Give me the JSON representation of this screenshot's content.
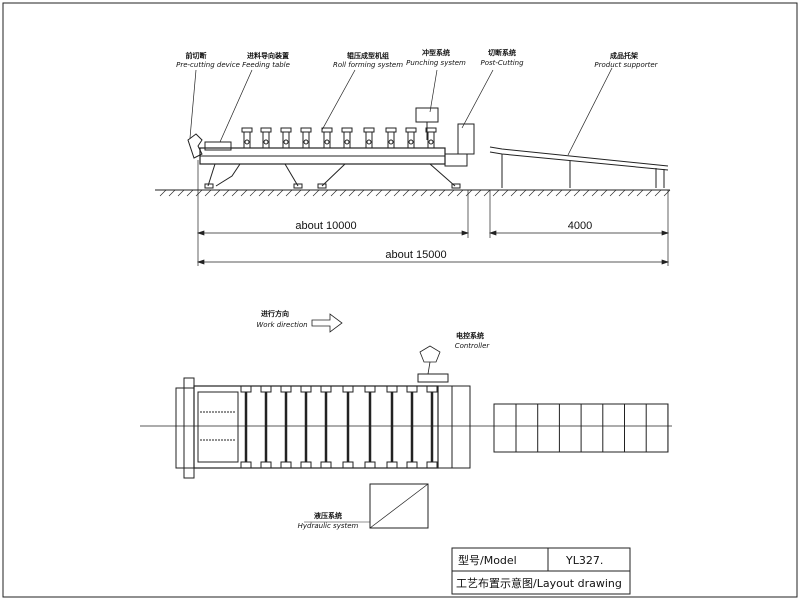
{
  "drawing": {
    "labels": {
      "pre_cutting": {
        "cn": "前切断",
        "en": "Pre-cutting device"
      },
      "feeding_table": {
        "cn": "进料导向装置",
        "en": "Feeding table"
      },
      "roll_forming": {
        "cn": "辊压成型机组",
        "en": "Roll forming system"
      },
      "punching": {
        "cn": "冲型系统",
        "en": "Punching system"
      },
      "post_cutting": {
        "cn": "切断系统",
        "en": "Post-Cutting"
      },
      "product_supporter": {
        "cn": "成品托架",
        "en": "Product supporter"
      },
      "controller": {
        "cn": "电控系统",
        "en": "Controller"
      },
      "hydraulic": {
        "cn": "液压系统",
        "en": "Hydraulic system"
      },
      "work_direction": {
        "cn": "进行方向",
        "en": "Work direction"
      }
    },
    "dimensions": {
      "machine_length": "about 10000",
      "supporter_length": "4000",
      "total_length": "about 15000"
    },
    "title_block": {
      "model_label": "型号/Model",
      "model_value": "YL327.",
      "drawing_title": "工艺布置示意图/Layout drawing"
    }
  }
}
